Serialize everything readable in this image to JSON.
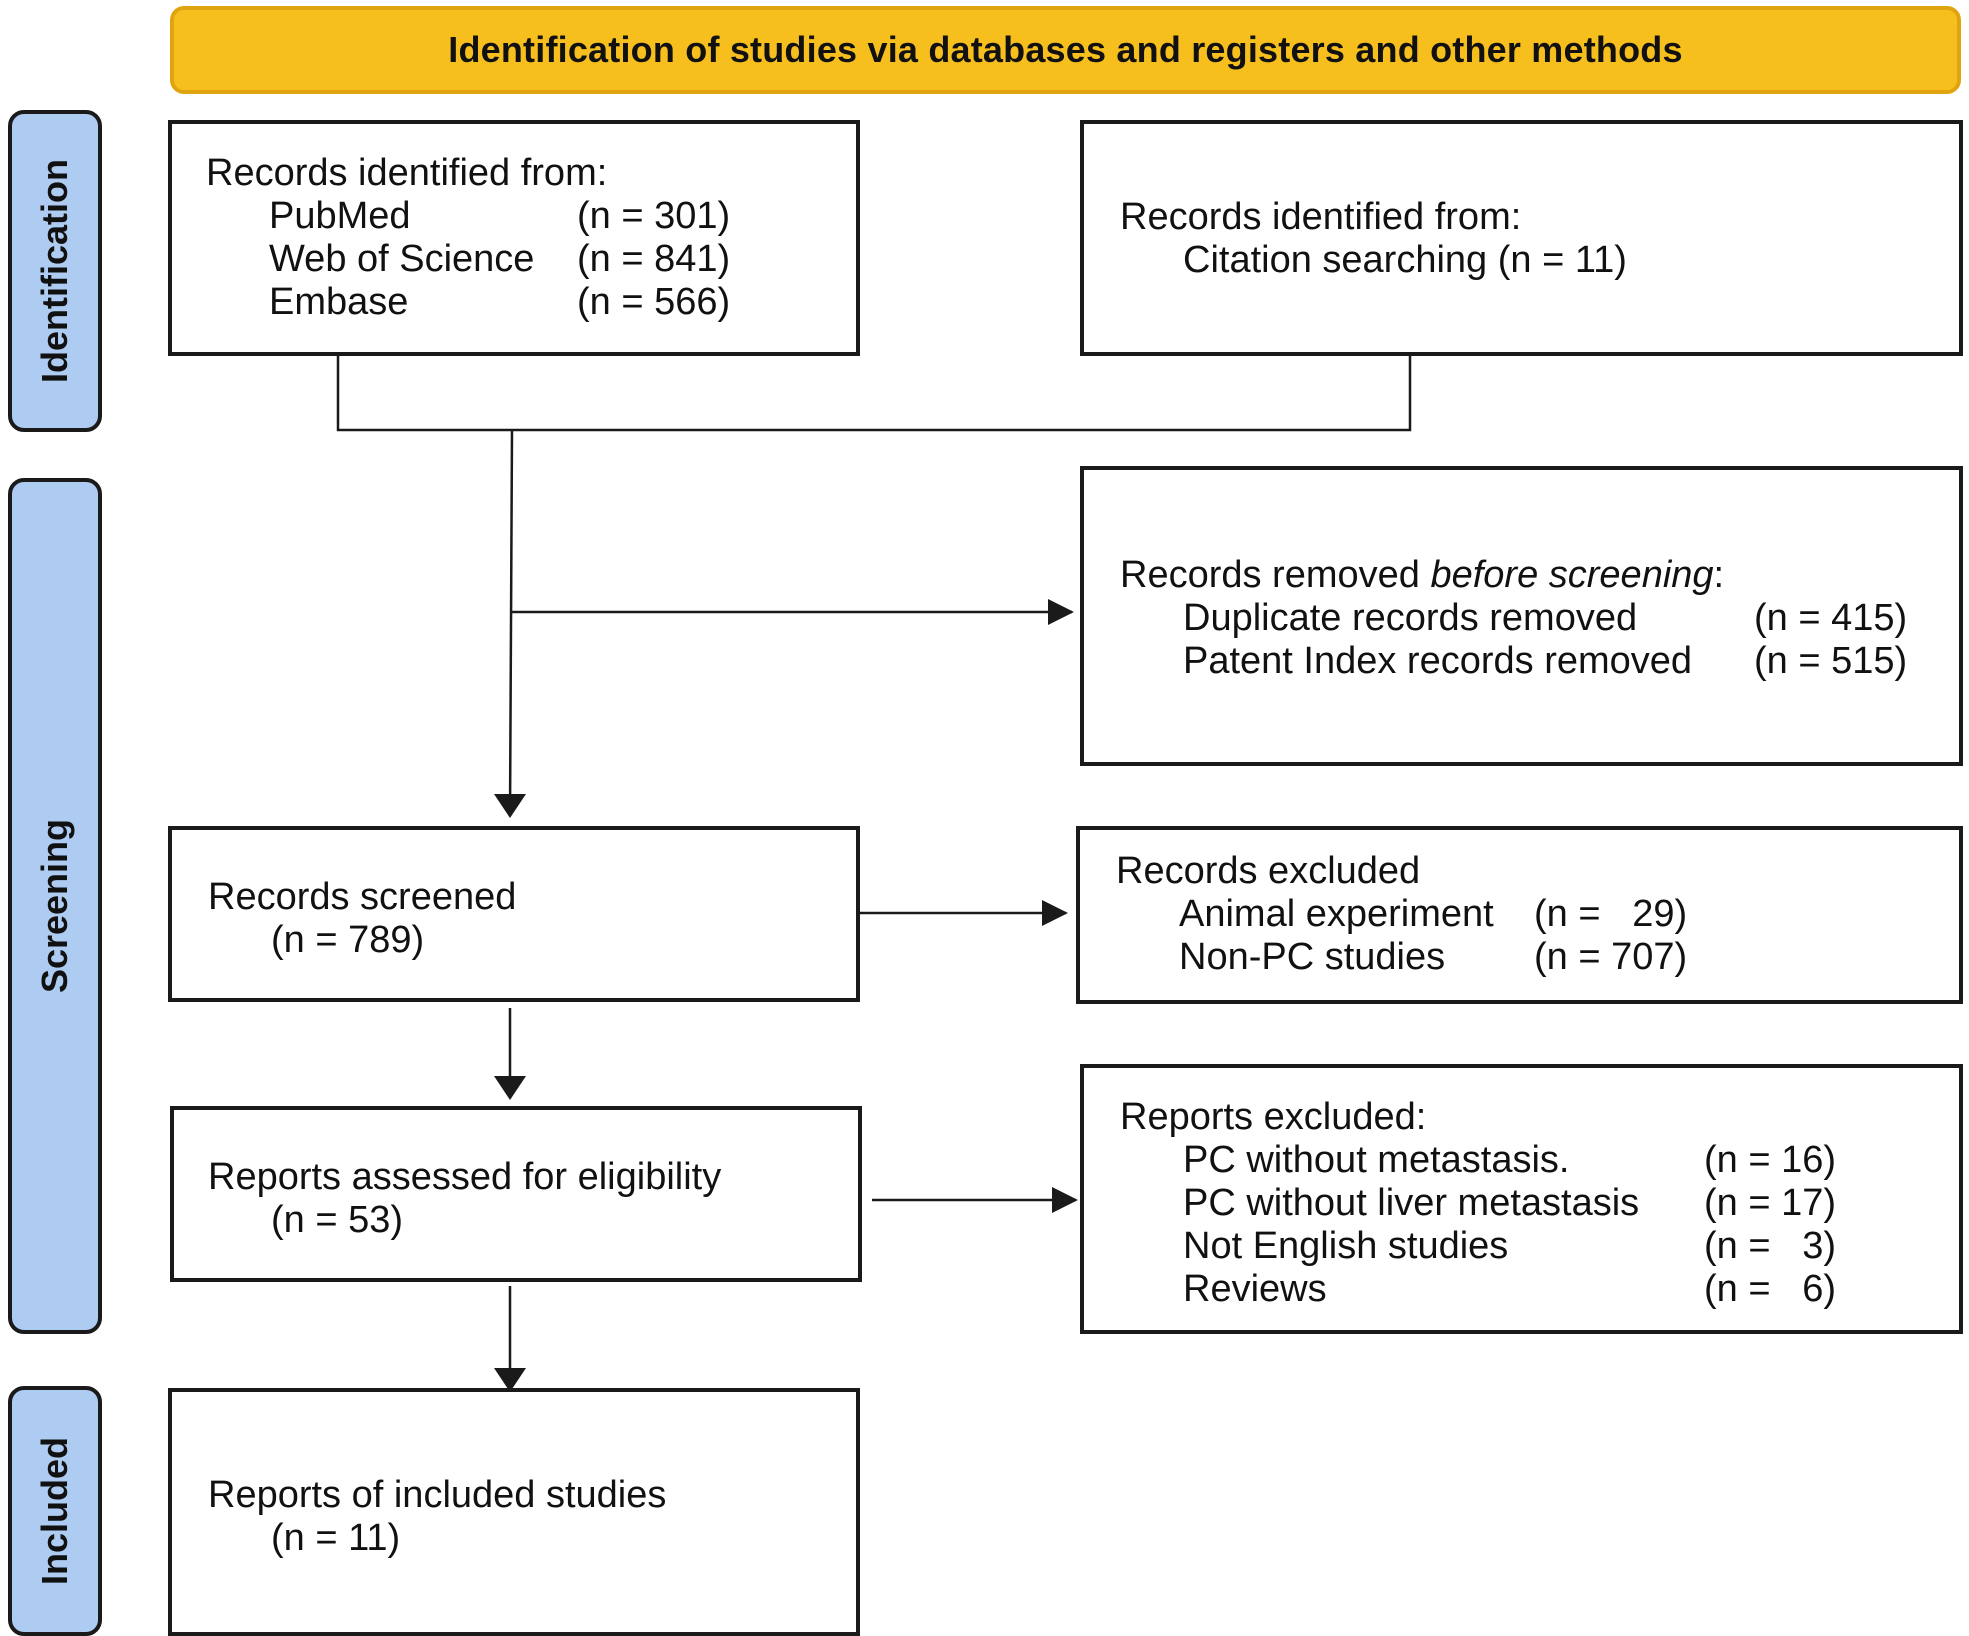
{
  "banner": "Identification of studies via databases  and registers and other methods",
  "phases": {
    "identification": "Identification",
    "screening": "Screening",
    "included": "Included"
  },
  "db_records": {
    "heading": "Records identified from:",
    "rows": [
      {
        "source": "PubMed",
        "count": "(n = 301)"
      },
      {
        "source": "Web of Science",
        "count": "(n = 841)"
      },
      {
        "source": "Embase",
        "count": "(n = 566)"
      }
    ]
  },
  "other_records": {
    "heading": "Records identified from:",
    "line": "Citation searching (n = 11)"
  },
  "removed": {
    "heading_pre": "Records removed ",
    "heading_em": "before screening",
    "heading_post": ":",
    "rows": [
      {
        "reason": "Duplicate records removed",
        "count": "(n = 415)"
      },
      {
        "reason": "Patent Index records removed",
        "count": "(n = 515)"
      }
    ]
  },
  "screened": {
    "label": "Records screened",
    "count": "(n = 789)"
  },
  "excluded": {
    "heading": "Records excluded",
    "rows": [
      {
        "reason": "Animal experiment",
        "count": "(n =   29)"
      },
      {
        "reason": "Non-PC studies",
        "count": "(n = 707)"
      }
    ]
  },
  "assessed": {
    "label": "Reports assessed for eligibility",
    "count": "(n = 53)"
  },
  "reports_excluded": {
    "heading": "Reports excluded:",
    "rows": [
      {
        "reason": "PC without metastasis.",
        "count": "(n = 16)"
      },
      {
        "reason": "PC without liver metastasis",
        "count": "(n = 17)"
      },
      {
        "reason": "Not English studies",
        "count": "(n =   3)"
      },
      {
        "reason": "Reviews",
        "count": "(n =   6)"
      }
    ]
  },
  "included": {
    "label": "Reports of included studies",
    "count": "(n = 11)"
  }
}
